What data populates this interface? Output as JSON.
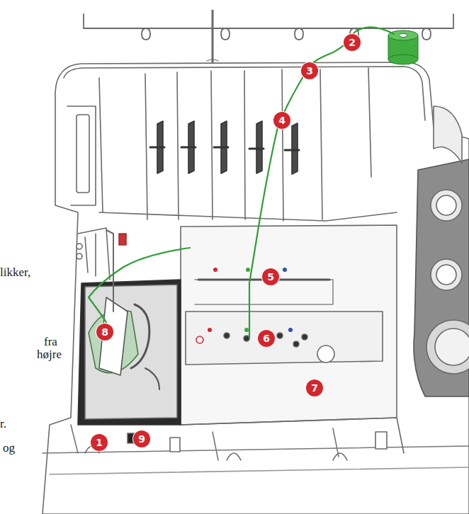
{
  "diagram": {
    "labels": [
      "2",
      "3",
      "4",
      "likker,",
      "5",
      "8",
      "fra",
      "højre",
      "6",
      "7",
      "1",
      "9",
      "r.",
      "og"
    ]
  }
}
